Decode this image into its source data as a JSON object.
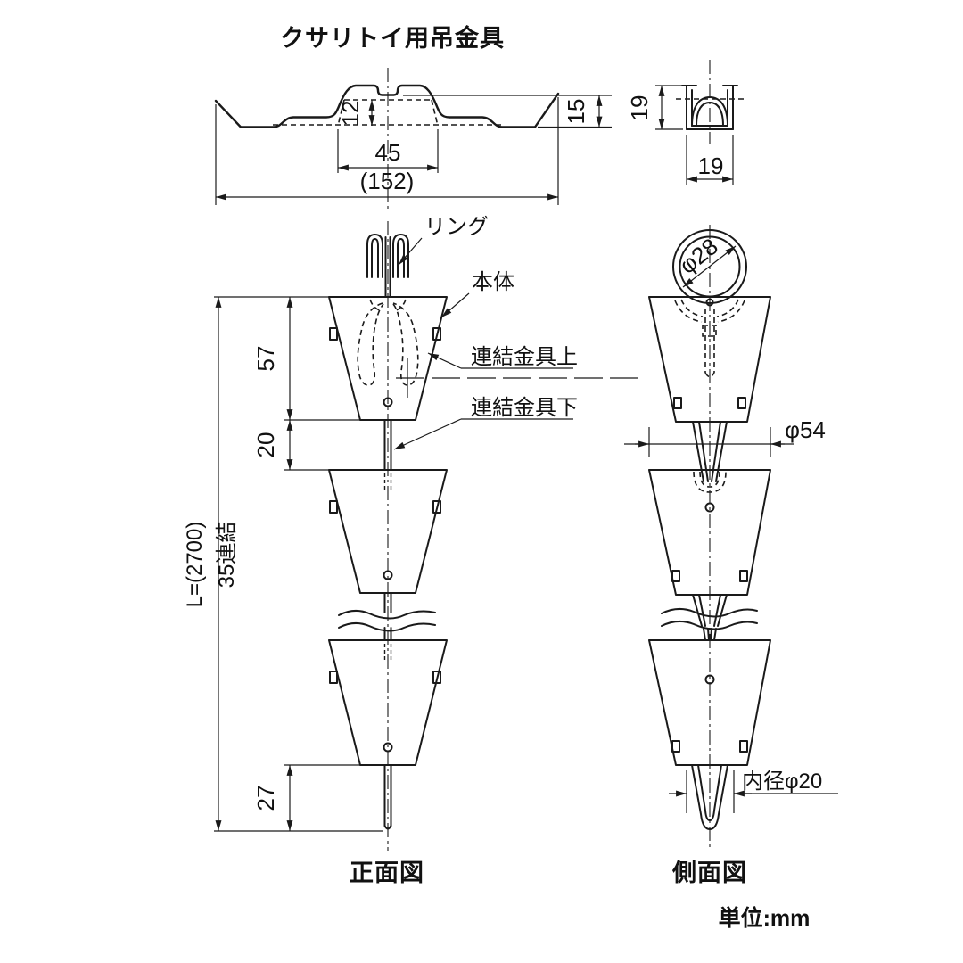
{
  "title": "クサリトイ用吊金具",
  "unit_note": "単位:mm",
  "bracket_front": {
    "dim_web_height": "12",
    "dim_inner_width": "45",
    "dim_overall_width": "(152)",
    "dim_end_height": "15"
  },
  "bracket_side": {
    "dim_height": "19",
    "dim_width": "19"
  },
  "front_view": {
    "caption": "正面図",
    "label_ring": "リング",
    "label_body": "本体",
    "label_upper_connector": "連結金具上",
    "label_lower_connector": "連結金具下",
    "dim_cup_height": "57",
    "dim_gap": "20",
    "dim_tail": "27",
    "dim_total_length": "L=(2700)",
    "dim_link_count": "35連結"
  },
  "side_view": {
    "caption": "側面図",
    "dim_ring_dia": "φ28",
    "dim_cup_dia": "φ54",
    "dim_inner_dia": "内径φ20"
  }
}
